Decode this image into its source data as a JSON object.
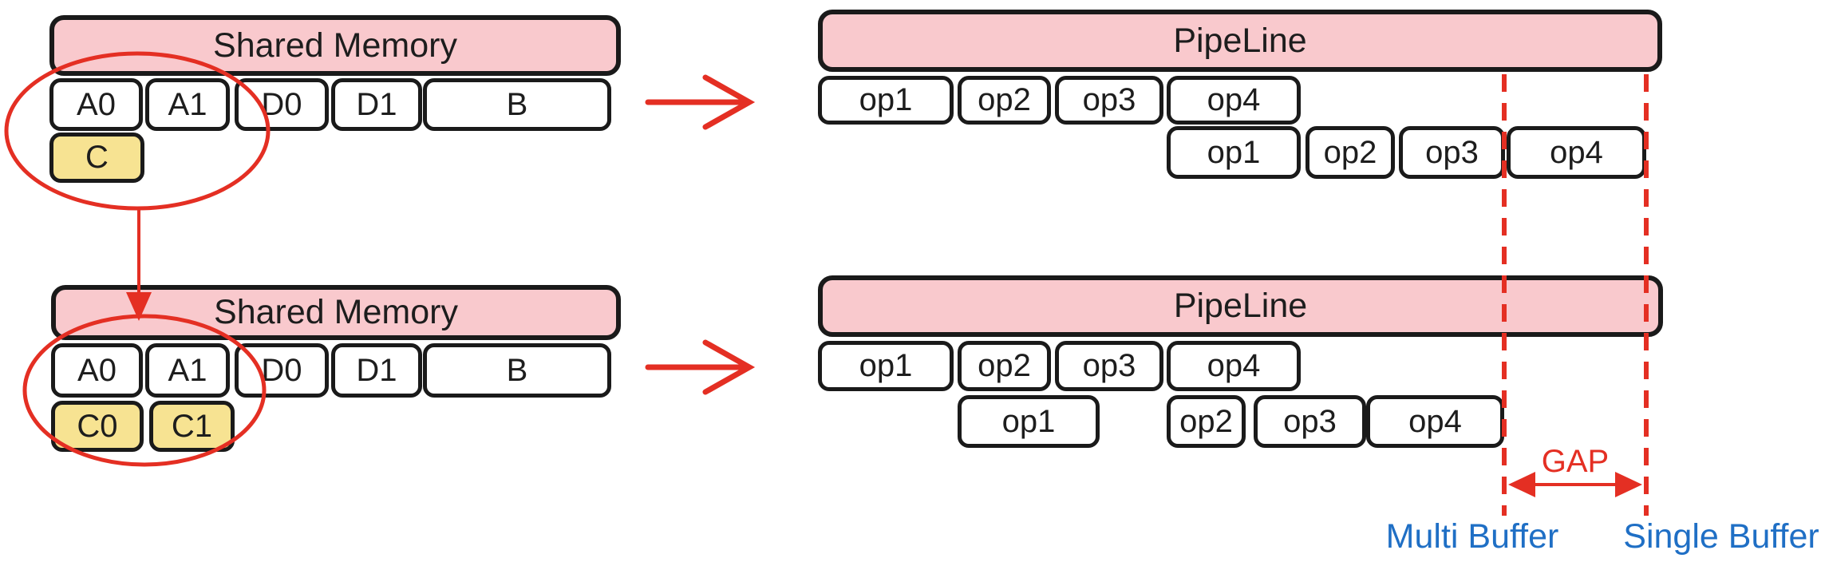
{
  "colors": {
    "pink": "#f9c9cd",
    "yellow": "#f7e392",
    "red": "#e42f23",
    "blue": "#1f6fc5",
    "border": "#1a1a1a"
  },
  "memory_top": {
    "title": "Shared Memory",
    "cells": [
      "A0",
      "A1",
      "D0",
      "D1",
      "B"
    ],
    "extra": [
      "C"
    ]
  },
  "memory_bottom": {
    "title": "Shared Memory",
    "cells": [
      "A0",
      "A1",
      "D0",
      "D1",
      "B"
    ],
    "extra": [
      "C0",
      "C1"
    ]
  },
  "pipeline_top": {
    "title": "PipeLine",
    "row1": [
      "op1",
      "op2",
      "op3",
      "op4"
    ],
    "row2": [
      "op1",
      "op2",
      "op3",
      "op4"
    ]
  },
  "pipeline_bottom": {
    "title": "PipeLine",
    "row1": [
      "op1",
      "op2",
      "op3",
      "op4"
    ],
    "row2": [
      "op1",
      "op2",
      "op3",
      "op4"
    ]
  },
  "annotations": {
    "gap": "GAP",
    "multi_buffer": "Multi Buffer",
    "single_buffer": "Single Buffer"
  }
}
